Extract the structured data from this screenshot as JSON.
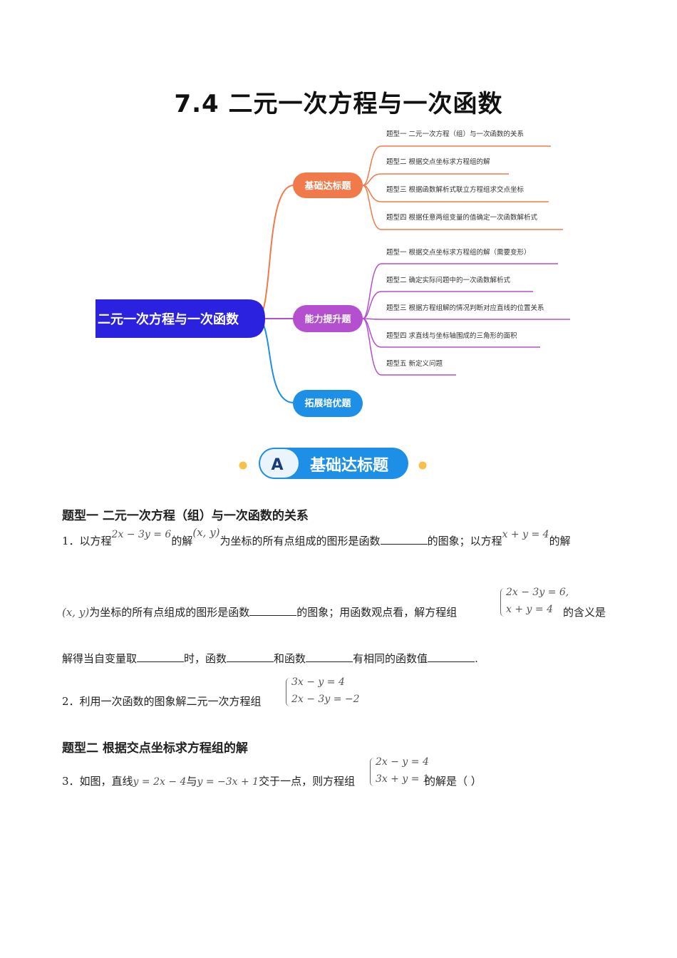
{
  "title": "7.4  二元一次方程与一次函数",
  "mindmap": {
    "root": "二元一次方程与一次函数",
    "branches": [
      {
        "label": "基础达标题",
        "color": "#f07a4a",
        "items": [
          "题型一  二元一次方程（组）与一次函数的关系",
          "题型二  根据交点坐标求方程组的解",
          "题型三  根据函数解析式联立方程组求交点坐标",
          "题型四  根据任意两组变量的值确定一次函数解析式"
        ]
      },
      {
        "label": "能力提升题",
        "color": "#b44fd0",
        "items": [
          "题型一  根据交点坐标求方程组的解（需要变形）",
          "题型二  确定实际问题中的一次函数解析式",
          "题型三  根据方程组解的情况判断对应直线的位置关系",
          "题型四  求直线与坐标轴围成的三角形的面积",
          "题型五  新定义问题"
        ]
      },
      {
        "label": "拓展培优题",
        "color": "#1e8fe6",
        "items": []
      }
    ]
  },
  "section_banner": {
    "letter": "A",
    "label": "基础达标题"
  },
  "section1": {
    "heading": "题型一  二元一次方程（组）与一次函数的关系",
    "q1": {
      "p1": "1．以方程",
      "eq1": "2x − 3y = 6",
      "p2": "的解",
      "xy": "(x, y)",
      "p3": "为坐标的所有点组成的图形是函数",
      "p4": "的图象；以方程",
      "eq2": "x + y = 4",
      "p5": "的解",
      "xy2": "(x, y)",
      "p6": "为坐标的所有点组成的图形是函数",
      "p7": "的图象；用函数观点看，解方程组",
      "sys1": "2x − 3y = 6,",
      "sys2": "x + y = 4",
      "p8": "的含义是",
      "p9": "解得当自变量取",
      "p10": "时，函数",
      "p11": "和函数",
      "p12": "有相同的函数值",
      "p13": "."
    },
    "q2": {
      "text": "2．利用一次函数的图象解二元一次方程组",
      "sys1": "3x − y = 4",
      "sys2": "2x − 3y = −2"
    }
  },
  "section2": {
    "heading": "题型二  根据交点坐标求方程组的解",
    "q3": {
      "p1": "3．如图，直线",
      "line1": "y = 2x − 4",
      "p2": "与",
      "line2": "y = −3x + 1",
      "p3": "交于一点，则方程组",
      "sys1": "2x − y = 4",
      "sys2": "3x + y = 1",
      "p4": "的解是（    ）"
    }
  }
}
